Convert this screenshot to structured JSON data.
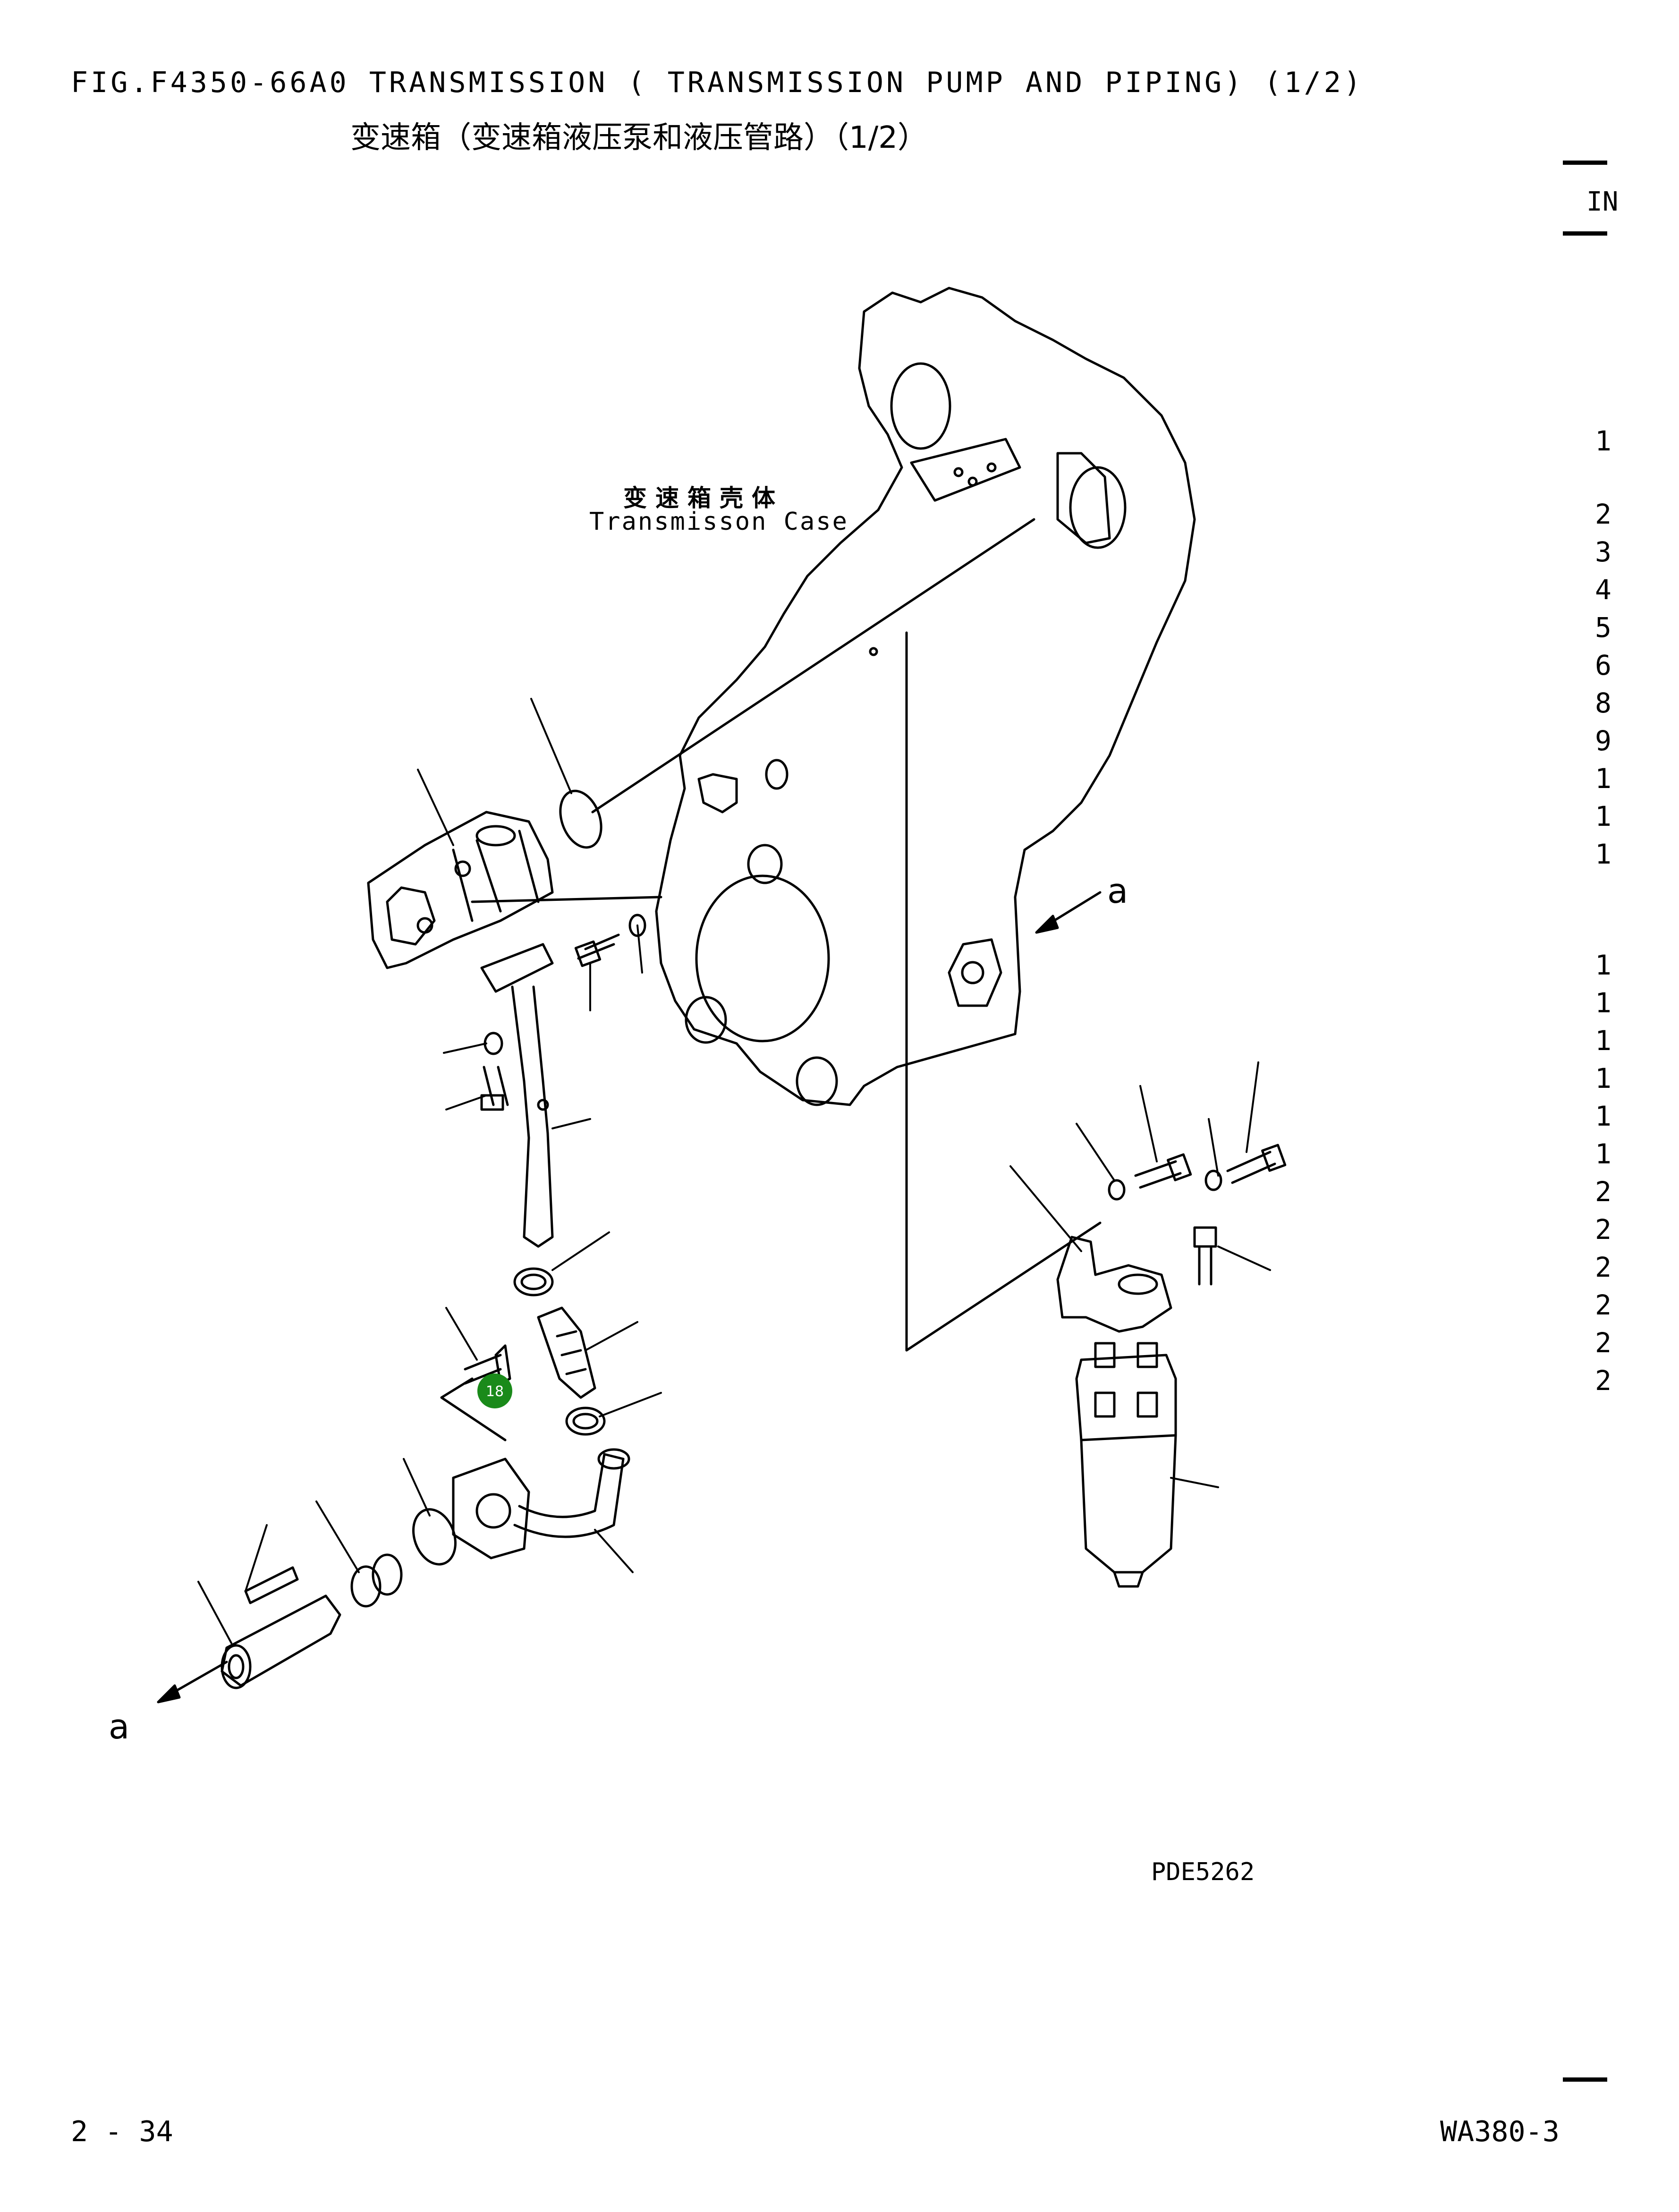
{
  "header": {
    "figure_title": "FIG.F4350-66A0   TRANSMISSION  ( TRANSMISSION PUMP AND PIPING) (1/2)",
    "figure_subtitle": "变速箱（变速箱液压泵和液压管路）（1/2）"
  },
  "side_tab": {
    "label": "IN"
  },
  "labels": {
    "case_cn": "变速箱壳体",
    "case_en": "Transmisson Case",
    "view_a_top": "a",
    "view_a_bottom": "a",
    "drawing_code": "PDE5262"
  },
  "callout": {
    "number": "18",
    "color": "#1a8a1a"
  },
  "parts_index_fragments": [
    "1",
    "2",
    "3",
    "4",
    "5",
    "6",
    "8",
    "9",
    "1",
    "1",
    "1",
    "1",
    "1",
    "1",
    "1",
    "1",
    "1",
    "2",
    "2",
    "2",
    "2",
    "2",
    "2"
  ],
  "footer": {
    "page": "2 - 34",
    "model": "WA380-3"
  }
}
